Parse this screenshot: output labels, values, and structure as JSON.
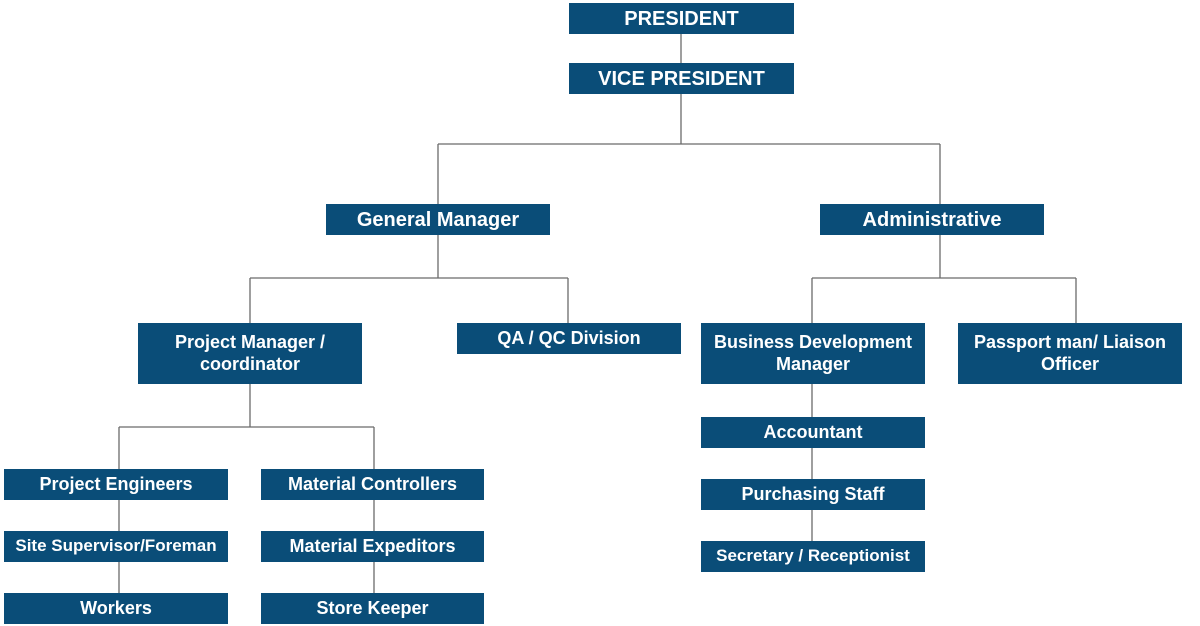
{
  "org_chart": {
    "nodes": {
      "president": "PRESIDENT",
      "vice_president": "VICE PRESIDENT",
      "general_manager": "General Manager",
      "administrative": "Administrative",
      "project_manager": "Project Manager / coordinator",
      "qa_qc": "QA / QC Division",
      "business_dev": "Business Development Manager",
      "passport_liaison": "Passport man/ Liaison Officer",
      "project_engineers": "Project Engineers",
      "site_supervisor": "Site Supervisor/Foreman",
      "workers": "Workers",
      "material_controllers": "Material Controllers",
      "material_expeditors": "Material Expeditors",
      "store_keeper": "Store Keeper",
      "accountant": "Accountant",
      "purchasing_staff": "Purchasing Staff",
      "secretary": "Secretary / Receptionist"
    },
    "colors": {
      "box": "#0a4d78",
      "text": "#ffffff",
      "connector": "#6b6b6b"
    }
  }
}
